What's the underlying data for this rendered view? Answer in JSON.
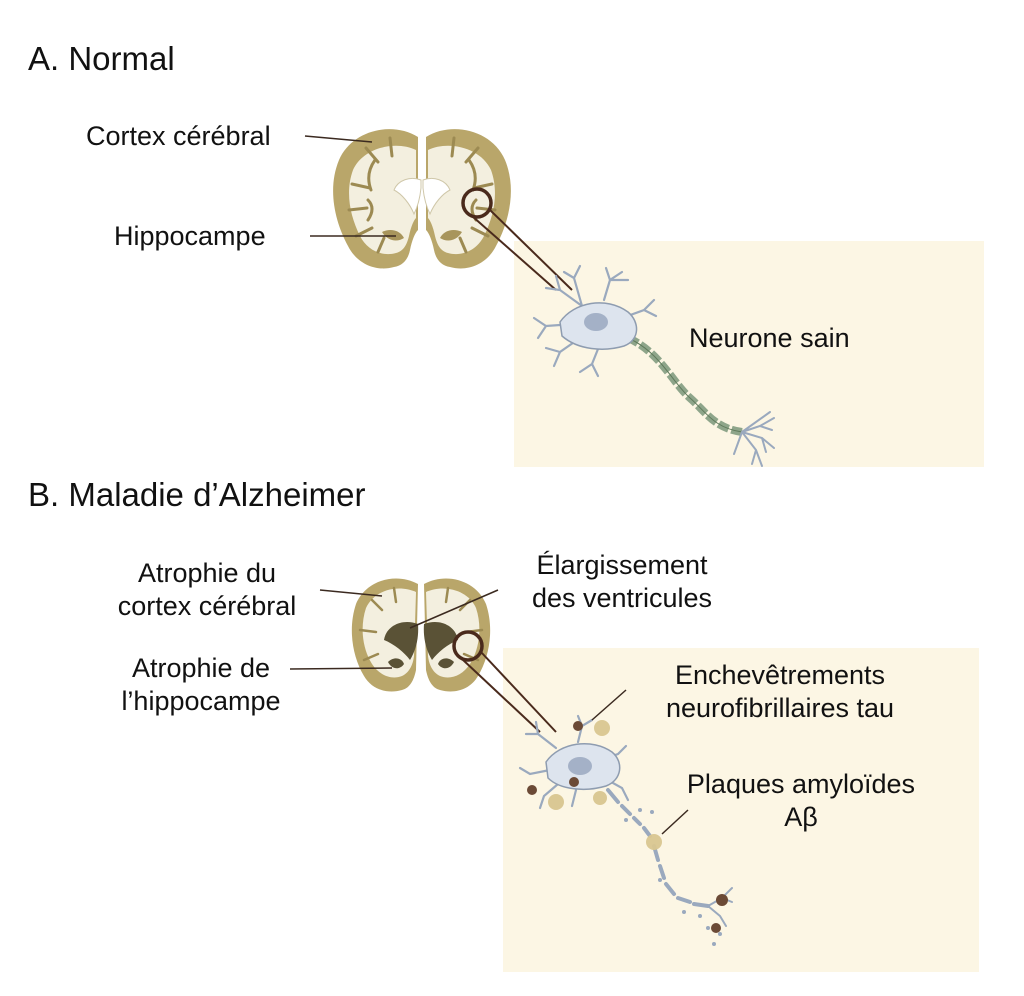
{
  "section_a": {
    "title": "A. Normal",
    "labels": {
      "cortex": "Cortex cérébral",
      "hippocampus": "Hippocampe",
      "neuron": "Neurone sain"
    }
  },
  "section_b": {
    "title": "B. Maladie d’Alzheimer",
    "labels": {
      "cortex_atrophy": [
        "Atrophie du",
        "cortex cérébral"
      ],
      "ventricles": [
        "Élargissement",
        "des ventricules"
      ],
      "hippocampus_atrophy": [
        "Atrophie de",
        "l’hippocampe"
      ],
      "tangles": [
        "Enchevêtrements",
        "neurofibrillaires tau"
      ],
      "plaques": [
        "Plaques amyloïdes",
        "Aβ"
      ]
    }
  },
  "colors": {
    "panel": "#fcf6e4",
    "brain_gray_matter": "#b9a66a",
    "brain_white_matter": "#f3efdf",
    "ventricle_enlarged": "#5a5236",
    "neuron_body": "#dde4ee",
    "neuron_outline": "#8e9cb0",
    "nucleus": "#a4b1c7",
    "myelin": "#8ea58a",
    "tau_tangle": "#6b4a36",
    "amyloid_plaque": "#d9c690",
    "lens_circle": "#4a2a1c",
    "leader_line": "#3b2a20"
  }
}
